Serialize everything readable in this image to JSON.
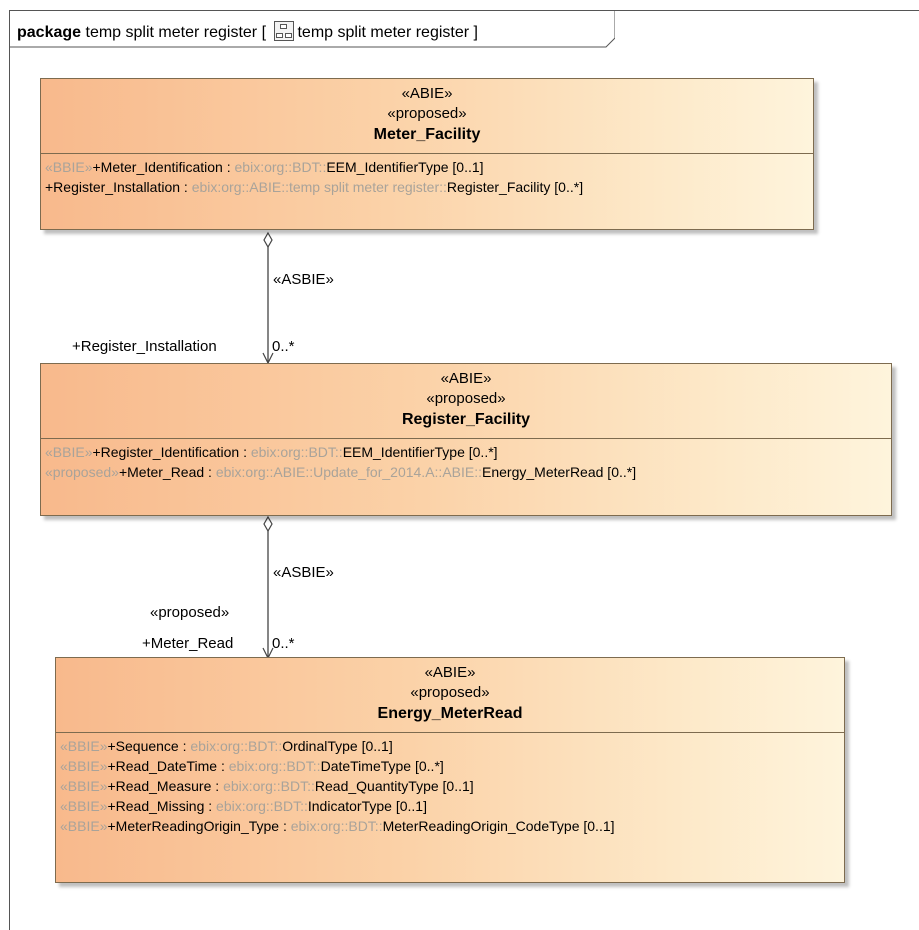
{
  "package": {
    "keyword": "package",
    "name": "temp split meter register",
    "bracket_open": "[",
    "diagram_name": "temp split meter register",
    "bracket_close": "]"
  },
  "classes": [
    {
      "stereotype1": "«ABIE»",
      "stereotype2": "«proposed»",
      "name": "Meter_Facility",
      "attributes": [
        {
          "stereotype": "«BBIE»",
          "name": "+Meter_Identification",
          "sep": " : ",
          "type_prefix": "ebix:org::BDT::",
          "type_name": "EEM_IdentifierType",
          "mult": " [0..1]"
        },
        {
          "stereotype": "",
          "name": "+Register_Installation",
          "sep": " : ",
          "type_prefix": "ebix:org::ABIE::temp split meter register::",
          "type_name": "Register_Facility",
          "mult": " [0..*]"
        }
      ]
    },
    {
      "stereotype1": "«ABIE»",
      "stereotype2": "«proposed»",
      "name": "Register_Facility",
      "attributes": [
        {
          "stereotype": "«BBIE»",
          "name": "+Register_Identification",
          "sep": " : ",
          "type_prefix": "ebix:org::BDT::",
          "type_name": "EEM_IdentifierType",
          "mult": " [0..*]"
        },
        {
          "stereotype": "«proposed»",
          "name": "+Meter_Read",
          "sep": " : ",
          "type_prefix": "ebix:org::ABIE::Update_for_2014.A::ABIE::",
          "type_name": "Energy_MeterRead",
          "mult": " [0..*]"
        }
      ]
    },
    {
      "stereotype1": "«ABIE»",
      "stereotype2": "«proposed»",
      "name": "Energy_MeterRead",
      "attributes": [
        {
          "stereotype": "«BBIE»",
          "name": "+Sequence",
          "sep": " : ",
          "type_prefix": "ebix:org::BDT::",
          "type_name": "OrdinalType",
          "mult": " [0..1]"
        },
        {
          "stereotype": "«BBIE»",
          "name": "+Read_DateTime",
          "sep": " : ",
          "type_prefix": "ebix:org::BDT::",
          "type_name": "DateTimeType",
          "mult": " [0..*]"
        },
        {
          "stereotype": "«BBIE»",
          "name": "+Read_Measure",
          "sep": " : ",
          "type_prefix": "ebix:org::BDT::",
          "type_name": "Read_QuantityType",
          "mult": " [0..1]"
        },
        {
          "stereotype": "«BBIE»",
          "name": "+Read_Missing",
          "sep": " : ",
          "type_prefix": "ebix:org::BDT::",
          "type_name": "IndicatorType",
          "mult": " [0..1]"
        },
        {
          "stereotype": "«BBIE»",
          "name": "+MeterReadingOrigin_Type",
          "sep": " : ",
          "type_prefix": "ebix:org::BDT::",
          "type_name": "MeterReadingOrigin_CodeType",
          "mult": " [0..1]"
        }
      ]
    }
  ],
  "associations": [
    {
      "stereotype": "«ASBIE»",
      "role_stereotype": "",
      "role": "+Register_Installation",
      "multiplicity": "0..*"
    },
    {
      "stereotype": "«ASBIE»",
      "role_stereotype": "«proposed»",
      "role": "+Meter_Read",
      "multiplicity": "0..*"
    }
  ]
}
